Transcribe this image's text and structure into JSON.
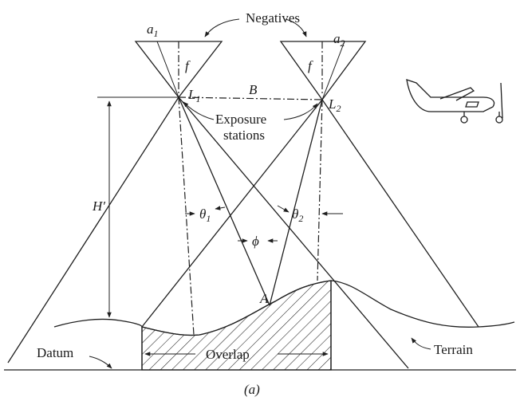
{
  "labels": {
    "negatives": "Negatives",
    "a": "a",
    "a1_sub": "1",
    "a2_sub": "2",
    "f": "f",
    "L": "L",
    "L1_sub": "1",
    "L2_sub": "2",
    "B": "B",
    "exposure": "Exposure",
    "stations": "stations",
    "H_prime": "H′",
    "theta": "θ",
    "theta1_sub": "1",
    "theta2_sub": "2",
    "phi": "ϕ",
    "A": "A",
    "datum": "Datum",
    "overlap": "Overlap",
    "terrain": "Terrain",
    "caption": "(a)"
  },
  "colors": {
    "ink": "#1f1f1f",
    "background": "#ffffff"
  }
}
